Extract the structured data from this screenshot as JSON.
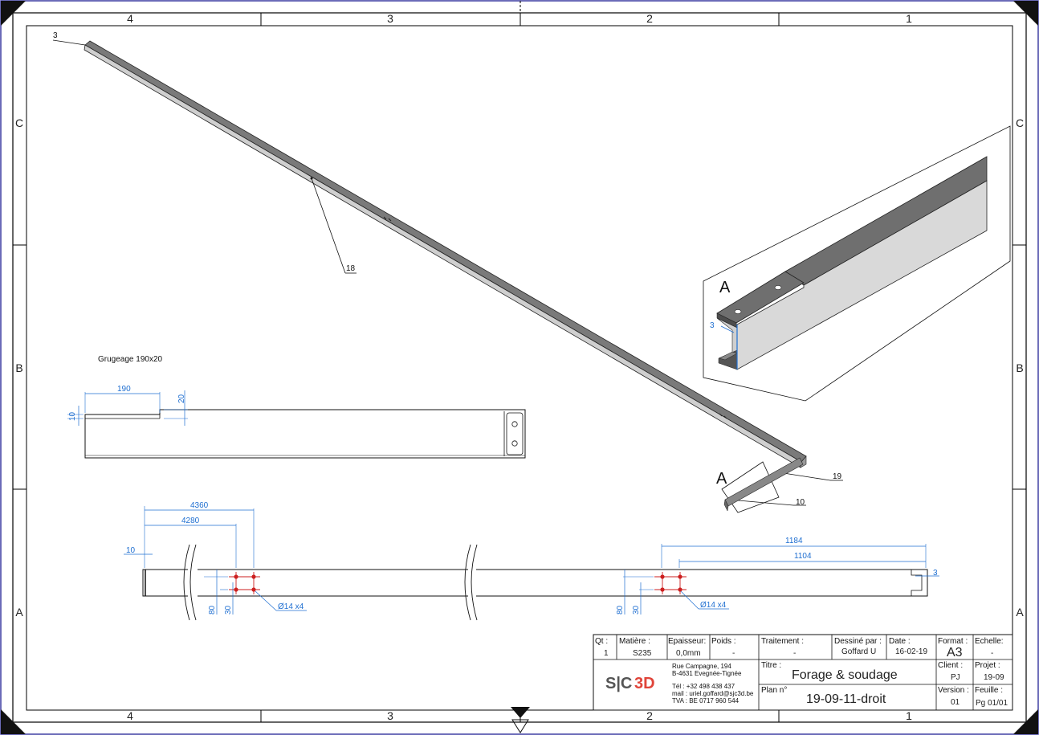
{
  "grid": {
    "columns": [
      "4",
      "3",
      "2",
      "1"
    ],
    "rows": [
      "C",
      "B",
      "A"
    ]
  },
  "balloons": {
    "b3": "3",
    "b18": "18",
    "b19": "19",
    "b10": "10"
  },
  "views": {
    "detail_label": "A",
    "detail_ref_label": "A",
    "detail_thickness": "3"
  },
  "notch_view": {
    "note": "Grugeage 190x20",
    "dim_length": "190",
    "dim_depth": "20",
    "dim_edge": "10"
  },
  "front_view": {
    "dim_4360": "4360",
    "dim_4280": "4280",
    "dim_10": "10",
    "dim_80_left": "80",
    "dim_30_left": "30",
    "hole_left": "Ø14 x4",
    "dim_1184": "1184",
    "dim_1104": "1104",
    "dim_3_right": "3",
    "dim_80_right": "80",
    "dim_30_right": "30",
    "hole_right": "Ø14 x4"
  },
  "title_block": {
    "qty_label": "Qt :",
    "qty": "1",
    "material_label": "Matière :",
    "material": "S235",
    "thickness_label": "Epaisseur:",
    "thickness": "0,0mm",
    "weight_label": "Poids :",
    "weight": "-",
    "treatment_label": "Traitement :",
    "treatment": "-",
    "drawn_label": "Dessiné par :",
    "drawn": "Goffard U",
    "date_label": "Date :",
    "date": "16-02-19",
    "format_label": "Format :",
    "format": "A3",
    "scale_label": "Echelle:",
    "scale": "-",
    "title_label": "Titre :",
    "title": "Forage & soudage",
    "client_label": "Client :",
    "client": "PJ",
    "project_label": "Projet :",
    "project": "19-09",
    "plan_label": "Plan n°",
    "plan": "19-09-11-droit",
    "version_label": "Version :",
    "version": "01",
    "sheet_label": "Feuille :",
    "sheet": "Pg 01/01",
    "logo_left": "S|C",
    "logo_right": "3D",
    "address1": "Rue Campagne, 194",
    "address2": "B-4631 Evegnée-Tignée",
    "tel": "Tél : +32 498 438 437",
    "mail": "mail : uriel.goffard@sjc3d.be",
    "tva": "TVA : BE 0717 960 544"
  },
  "colors": {
    "dimension": "#1f6fd1",
    "hole": "#cc1f1f",
    "beam_dark": "#6b6b6b",
    "beam_light": "#d9d9d9"
  }
}
